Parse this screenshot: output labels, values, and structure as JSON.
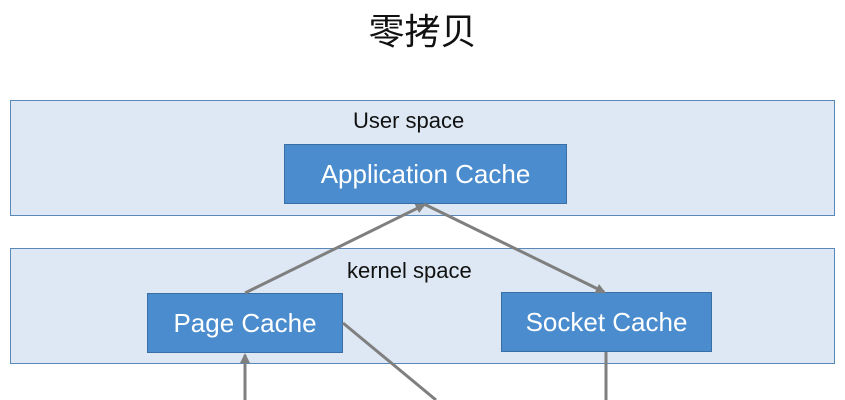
{
  "title": "零拷贝",
  "regions": {
    "user": {
      "label": "User space"
    },
    "kernel": {
      "label": "kernel space"
    }
  },
  "nodes": {
    "application_cache": "Application Cache",
    "page_cache": "Page Cache",
    "socket_cache": "Socket Cache"
  },
  "colors": {
    "region_fill": "#dde8f4",
    "region_border": "#5a88b8",
    "node_fill": "#4a8ccd",
    "arrow": "#7f7f7f"
  }
}
